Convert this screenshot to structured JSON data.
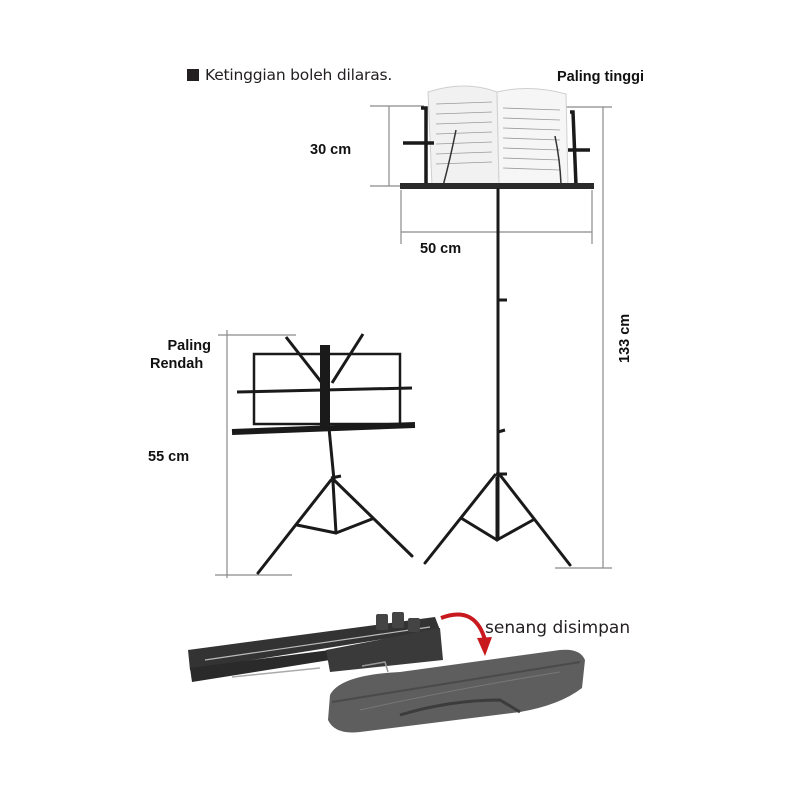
{
  "note": {
    "bullet_icon": "square-bullet-icon",
    "text": "Ketinggian boleh dilaras."
  },
  "tall_stand": {
    "label": "Paling tinggi",
    "desk_height": "30 cm",
    "desk_width": "50 cm",
    "total_height": "133 cm"
  },
  "short_stand": {
    "label_line1": "Paling",
    "label_line2": "Rendah",
    "total_height": "55 cm"
  },
  "storage": {
    "caption": "senang disimpan",
    "arrow_color": "#c8191e"
  },
  "colors": {
    "dimension_line": "#8a8a8a",
    "stand_metal": "#1a1a1a",
    "bag": "#5a5a5a"
  }
}
